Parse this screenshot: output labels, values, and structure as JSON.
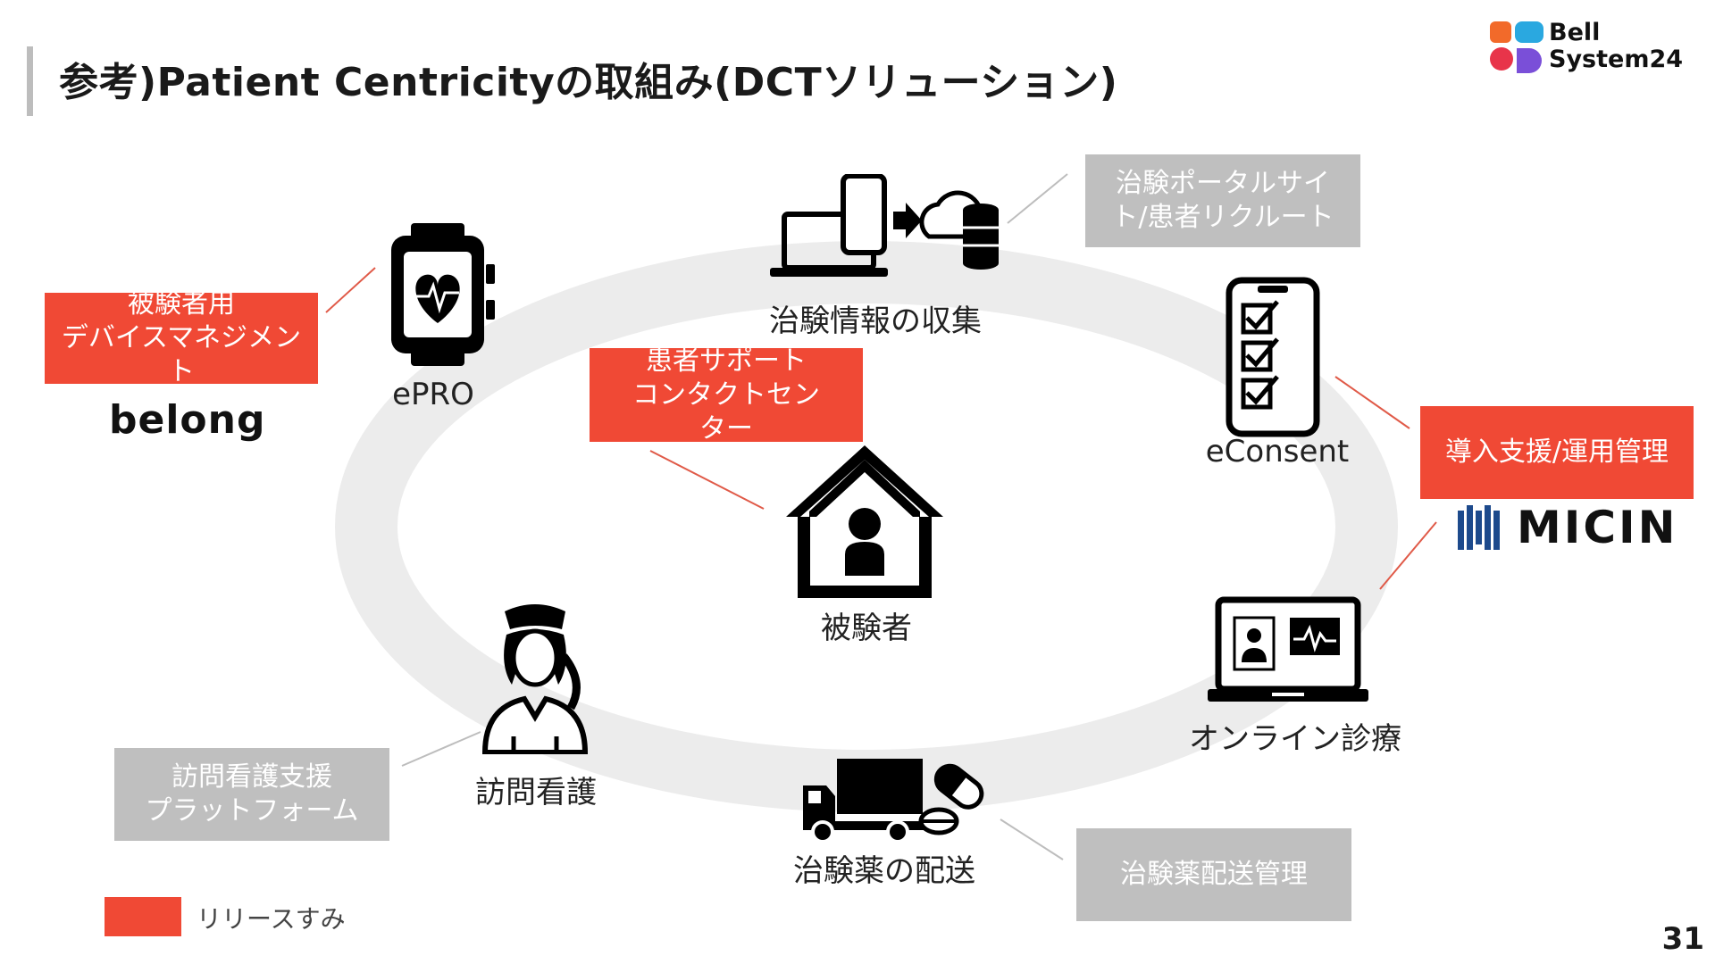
{
  "page": {
    "title": "参考)Patient Centricityの取組み(DCTソリューション)",
    "page_number": "31"
  },
  "logos": {
    "bell_line1": "Bell",
    "bell_line2": "System24",
    "belong": "belong",
    "micin": "MICIN"
  },
  "nodes": {
    "center": "被験者",
    "collect": "治験情報の収集",
    "epro": "ePRO",
    "econsent": "eConsent",
    "online": "オンライン診療",
    "nursing": "訪問看護",
    "delivery": "治験薬の配送"
  },
  "callouts": {
    "device_mgmt": "被験者用\nデバイスマネジメン\nト",
    "contact_center": "患者サポート\nコンタクトセン\nター",
    "intro_support": "導入支援/運用管理",
    "portal": "治験ポータルサイ\nト/患者リクルート",
    "nursing_platform": "訪問看護支援\nプラットフォーム",
    "drug_delivery": "治験薬配送管理"
  },
  "legend": {
    "label": "リリースすみ"
  },
  "colors": {
    "released": "#f04935",
    "planned": "#bfbfbf",
    "ring": "#ececec"
  }
}
